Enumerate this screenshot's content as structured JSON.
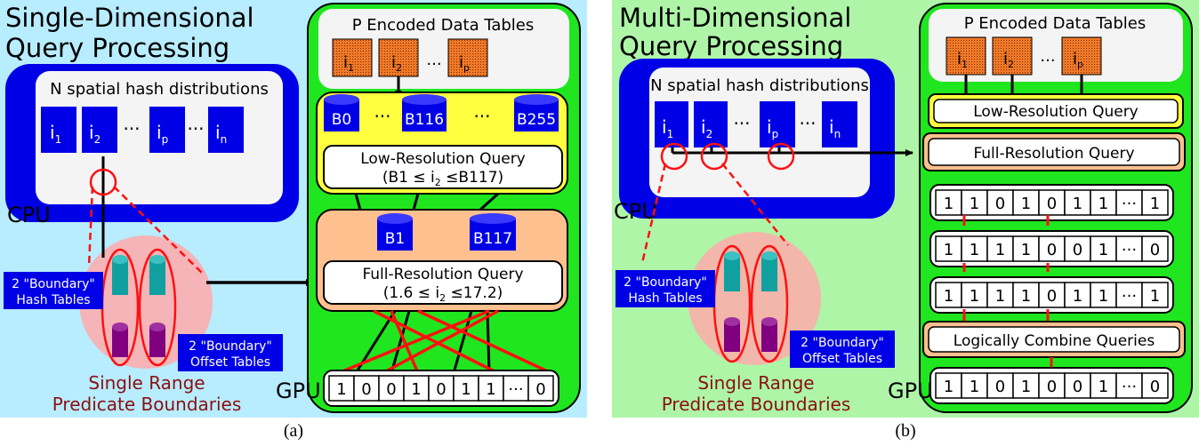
{
  "colors": {
    "cpu_bg": "#b8ecff",
    "cpu_bg_b": "#aef5a8",
    "gpu_bg": "#1fe61f",
    "blue": "#0000e6",
    "yellow": "#ffff40",
    "peach": "#ffc090",
    "orange": "#f07828",
    "red": "#ff1010",
    "pink": "#ffaaaa",
    "teal": "#10a0a0",
    "purple": "#800080",
    "dark_red": "#8b1010"
  },
  "panel_a": {
    "title_line1": "Single-Dimensional",
    "title_line2": "Query Processing",
    "hash_box_title": "N spatial hash distributions",
    "items": [
      {
        "base": "i",
        "sub": "1"
      },
      {
        "base": "i",
        "sub": "2"
      },
      {
        "base": "···",
        "sub": ""
      },
      {
        "base": "i",
        "sub": "p"
      },
      {
        "base": "···",
        "sub": ""
      },
      {
        "base": "i",
        "sub": "n"
      }
    ],
    "cpu_label": "CPU",
    "gpu_label": "GPU",
    "boundary_hash_line1": "2 \"Boundary\"",
    "boundary_hash_line2": "Hash Tables",
    "boundary_offset_line1": "2 \"Boundary\"",
    "boundary_offset_line2": "Offset Tables",
    "single_range_line1": "Single Range",
    "single_range_line2": "Predicate Boundaries",
    "encoded_title": "P Encoded Data Tables",
    "encoded_items": [
      {
        "base": "i",
        "sub": "1"
      },
      {
        "base": "i",
        "sub": "2"
      },
      {
        "base": "···",
        "sub": ""
      },
      {
        "base": "i",
        "sub": "p"
      }
    ],
    "bins_top": [
      "B0",
      "···",
      "B116",
      "···",
      "B255"
    ],
    "low_res_line1": "Low-Resolution Query",
    "low_res_line2": "(B1 ≤ i",
    "low_res_sub": "2",
    "low_res_line2_end": " ≤B117)",
    "bins_mid": [
      "B1",
      "B117"
    ],
    "full_res_line1": "Full-Resolution Query",
    "full_res_line2": "(1.6 ≤ i",
    "full_res_sub": "2",
    "full_res_line2_end": " ≤17.2)",
    "result_bits": [
      "1",
      "0",
      "0",
      "1",
      "0",
      "1",
      "1",
      "···",
      "0"
    ],
    "caption": "(a)"
  },
  "panel_b": {
    "title_line1": "Multi-Dimensional",
    "title_line2": "Query Processing",
    "hash_box_title": "N spatial hash distributions",
    "items": [
      {
        "base": "i",
        "sub": "1"
      },
      {
        "base": "i",
        "sub": "2"
      },
      {
        "base": "···",
        "sub": ""
      },
      {
        "base": "i",
        "sub": "p"
      },
      {
        "base": "···",
        "sub": ""
      },
      {
        "base": "i",
        "sub": "n"
      }
    ],
    "cpu_label": "CPU",
    "gpu_label": "GPU",
    "boundary_hash_line1": "2 \"Boundary\"",
    "boundary_hash_line2": "Hash Tables",
    "boundary_offset_line1": "2 \"Boundary\"",
    "boundary_offset_line2": "Offset Tables",
    "single_range_line1": "Single Range",
    "single_range_line2": "Predicate Boundaries",
    "encoded_title": "P Encoded Data Tables",
    "encoded_items": [
      {
        "base": "i",
        "sub": "1"
      },
      {
        "base": "i",
        "sub": "2"
      },
      {
        "base": "···",
        "sub": ""
      },
      {
        "base": "i",
        "sub": "p"
      }
    ],
    "low_res": "Low-Resolution Query",
    "full_res": "Full-Resolution Query",
    "bit_rows": [
      [
        "1",
        "1",
        "0",
        "1",
        "0",
        "1",
        "1",
        "···",
        "1"
      ],
      [
        "1",
        "1",
        "1",
        "1",
        "0",
        "0",
        "1",
        "···",
        "0"
      ],
      [
        "1",
        "1",
        "1",
        "1",
        "0",
        "1",
        "1",
        "···",
        "1"
      ]
    ],
    "combine": "Logically Combine Queries",
    "final_bits": [
      "1",
      "1",
      "0",
      "1",
      "0",
      "0",
      "1",
      "···",
      "0"
    ],
    "caption": "(b)"
  }
}
